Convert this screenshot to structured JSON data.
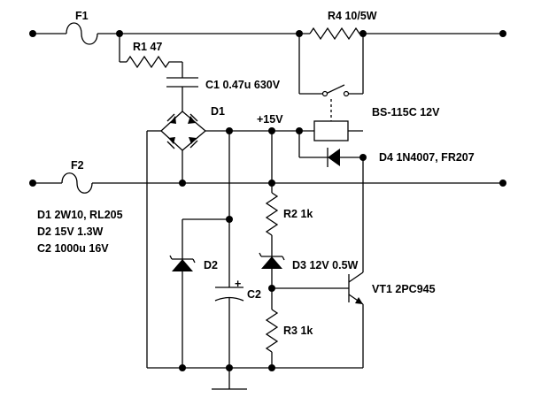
{
  "labels": {
    "f1": "F1",
    "f2": "F2",
    "r1": "R1 47",
    "r4": "R4 10/5W",
    "c1": "C1 0.47u 630V",
    "d1": "D1",
    "v15": "+15V",
    "relay": "BS-115C 12V",
    "d4": "D4 1N4007, FR207",
    "r2": "R2 1k",
    "d2": "D2",
    "d3": "D3 12V 0.5W",
    "c2": "C2",
    "vt1": "VT1 2PC945",
    "r3": "R3 1k",
    "plus": "+"
  },
  "notes": [
    "D1 2W10, RL205",
    "D2 15V 1.3W",
    "C2 1000u 16V"
  ]
}
